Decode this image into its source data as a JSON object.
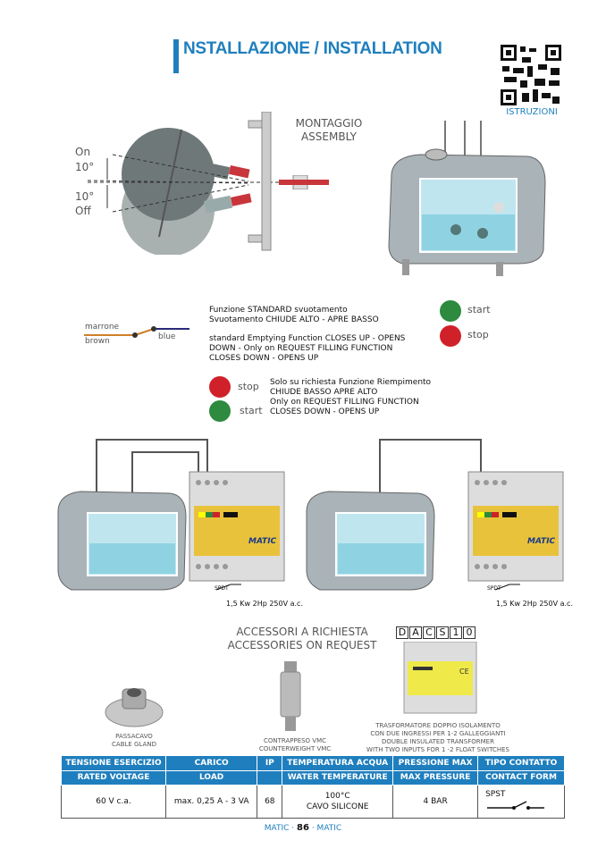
{
  "header": {
    "title": "NSTALLAZIONE / INSTALLATION",
    "qr_label": "ISTRUZIONI"
  },
  "assembly": {
    "line1": "MONTAGGIO",
    "line2": "ASSEMBLY",
    "on": "On",
    "off": "Off",
    "deg_up": "10°",
    "deg_down": "10°"
  },
  "switch": {
    "marrone": "marrone",
    "brown": "brown",
    "blue": "blue"
  },
  "standard": {
    "lines": [
      "Funzione STANDARD svuotamento",
      "Svuotamento CHIUDE ALTO - APRE BASSO",
      "",
      "standard Emptying Function CLOSES UP -  OPENS",
      "DOWN - Only on REQUEST FILLING FUNCTION",
      "CLOSES DOWN - OPENS UP"
    ],
    "start": "start",
    "stop": "stop"
  },
  "filling": {
    "lines": [
      "Solo su richiesta Funzione Riempimento",
      "CHIUDE BASSO APRE ALTO",
      "Only on REQUEST FILLING FUNCTION",
      "CLOSES DOWN - OPENS UP"
    ],
    "stop": "stop",
    "start": "start"
  },
  "wiring": {
    "spdt": "SPDT",
    "brand": "MATIC",
    "load_left": "1,5 Kw 2Hp 250V a.c.",
    "load_right": "1,5 Kw 2Hp 250V a.c."
  },
  "accessories": {
    "title1": "ACCESSORI A RICHIESTA",
    "title2": "ACCESSORIES ON REQUEST",
    "gland": [
      "PASSACAVO",
      "CABLE GLAND"
    ],
    "counterweight": [
      "CONTRAPPESO  VMC",
      "COUNTERWEIGHT VMC"
    ],
    "dacs_code": [
      "D",
      "A",
      "C",
      "S",
      "1",
      "0"
    ],
    "transformer": [
      "TRASFORMATORE DOPPIO ISOLAMENTO",
      "CON DUE INGRESSI PER 1-2 GALLEGGIANTI",
      "DOUBLE INSULATED TRANSFORMER",
      "WITH TWO INPUTS FOR 1 -2 FLOAT SWITCHES"
    ]
  },
  "specs": {
    "headers_it": [
      "TENSIONE ESERCIZIO",
      "CARICO",
      "IP",
      "TEMPERATURA ACQUA",
      "PRESSIONE MAX",
      "TIPO CONTATTO"
    ],
    "headers_en": [
      "RATED VOLTAGE",
      "LOAD",
      "",
      "WATER TEMPERATURE",
      "MAX PRESSURE",
      "CONTACT FORM"
    ],
    "values": [
      "60 V c.a.",
      "max. 0,25 A - 3 VA",
      "68",
      "100°C",
      "4 BAR",
      "SPST"
    ],
    "temp_note": "CAVO SILICONE"
  },
  "footer": {
    "left": "MATIC ·",
    "page": "86",
    "right": "· MATIC"
  },
  "colors": {
    "accent": "#1f7fbe",
    "start": "#2d8a3e",
    "stop": "#d0212a"
  }
}
